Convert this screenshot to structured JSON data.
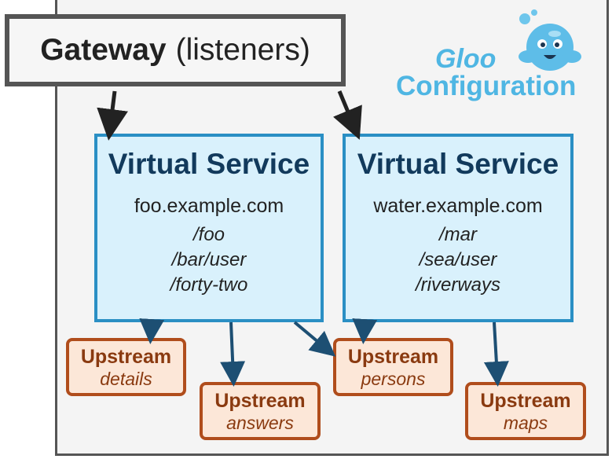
{
  "gateway": {
    "title": "Gateway",
    "subtitle": "(listeners)"
  },
  "brand": {
    "name": "Gloo",
    "subtitle": "Configuration"
  },
  "virtual_services": [
    {
      "title": "Virtual Service",
      "domain": "foo.example.com",
      "routes": [
        "/foo",
        "/bar/user",
        "/forty-two"
      ]
    },
    {
      "title": "Virtual Service",
      "domain": "water.example.com",
      "routes": [
        "/mar",
        "/sea/user",
        "/riverways"
      ]
    }
  ],
  "upstreams": [
    {
      "title": "Upstream",
      "name": "details"
    },
    {
      "title": "Upstream",
      "name": "answers"
    },
    {
      "title": "Upstream",
      "name": "persons"
    },
    {
      "title": "Upstream",
      "name": "maps"
    }
  ],
  "colors": {
    "frame": "#555555",
    "virtual_service_border": "#2a8fc4",
    "virtual_service_fill": "#d9f1fc",
    "upstream_border": "#b04d1c",
    "upstream_fill": "#fce7d8",
    "brand": "#4fb6e3",
    "arrow_gateway": "#222222",
    "arrow_service": "#1d4f73"
  }
}
